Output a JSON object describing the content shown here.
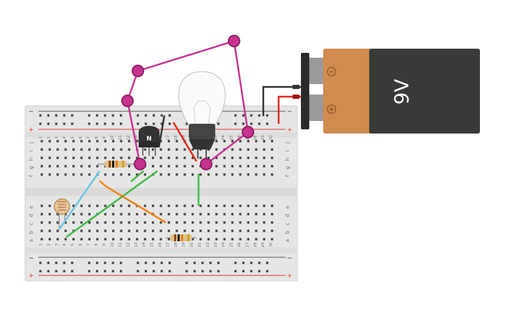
{
  "battery": {
    "label": "9V",
    "minus": "−",
    "plus": "+",
    "colors": {
      "body": "#3a3a3a",
      "band": "#d18b4e",
      "cap": "#2b2b2b"
    }
  },
  "transistor": {
    "label": "N"
  },
  "breadboard": {
    "column_numbers": [
      "1",
      "2",
      "3",
      "4",
      "5",
      "6",
      "7",
      "8",
      "9",
      "10",
      "11",
      "12",
      "13",
      "14",
      "15",
      "16",
      "17",
      "18",
      "19",
      "20",
      "21",
      "22",
      "23",
      "24",
      "25",
      "26",
      "27",
      "28",
      "29",
      "30"
    ],
    "rows_upper": [
      "j",
      "i",
      "h",
      "g",
      "f"
    ],
    "rows_lower": [
      "e",
      "d",
      "c",
      "b",
      "a"
    ],
    "rail_minus": "−",
    "rail_plus": "+"
  },
  "wire_colors": {
    "magenta": "#c83290",
    "blue": "#6ec6e0",
    "green": "#3dba45",
    "orange": "#f0820a",
    "red": "#e0261c",
    "black": "#333333"
  }
}
